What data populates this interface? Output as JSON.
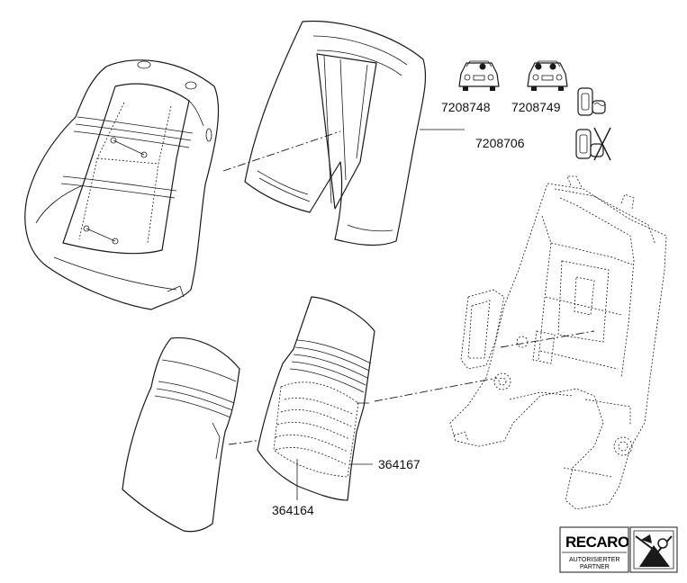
{
  "parts": {
    "p7208748": "7208748",
    "p7208749": "7208749",
    "p7208706": "7208706",
    "p364167": "364167",
    "p364164": "364164"
  },
  "logo": {
    "brand": "RECARO",
    "line1": "AUTORISIERTER",
    "line2": "PARTNER"
  },
  "icons": [
    "car-front-icon",
    "car-front-heated-icon",
    "seat-heated-icon",
    "seat-no-heat-icon"
  ]
}
